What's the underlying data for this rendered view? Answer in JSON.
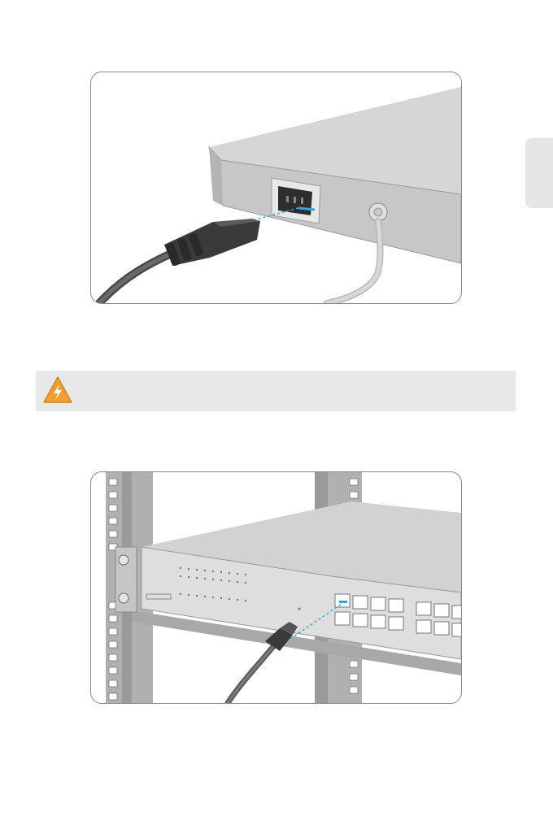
{
  "side_tab": {
    "label": ""
  },
  "warning": {
    "text": "",
    "icon": "electric-shock-warning-icon",
    "color": "#f0a030"
  },
  "figures": [
    {
      "id": "power-cord-connection",
      "icon": "power-cord-illustration"
    },
    {
      "id": "rack-ethernet-connection",
      "icon": "rack-switch-illustration"
    }
  ]
}
